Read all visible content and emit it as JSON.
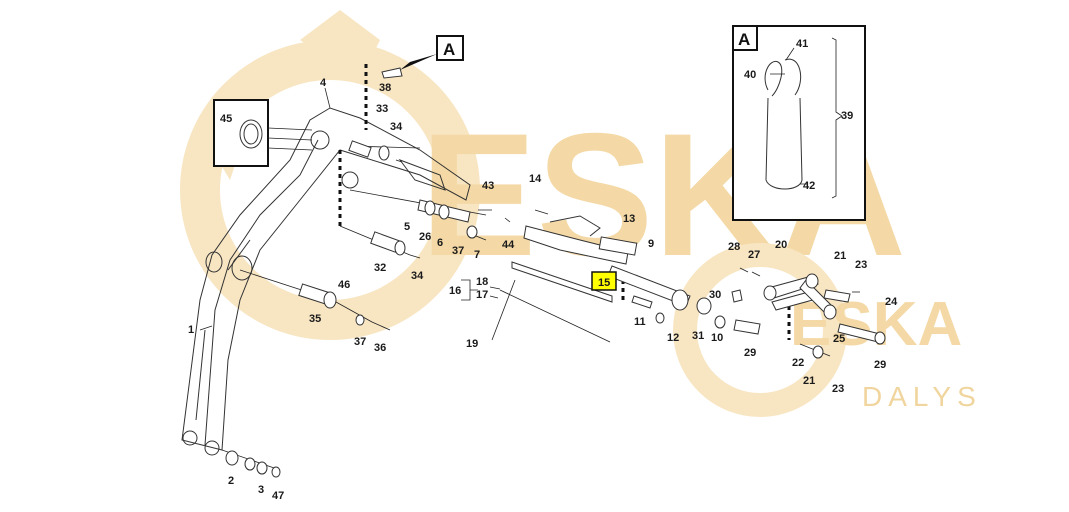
{
  "watermark": {
    "brand": "ESKA",
    "sub_brand": "ESKA",
    "sub_text": "DALYS",
    "color": "#f4d9a6"
  },
  "detail_box": {
    "label": "A"
  },
  "callout_label": "A",
  "highlight": {
    "label": "15",
    "color": "#ffff00"
  },
  "part_labels": {
    "p1": "1",
    "p2": "2",
    "p3": "3",
    "p4": "4",
    "p5": "5",
    "p6": "6",
    "p7": "7",
    "p9": "9",
    "p10": "10",
    "p11": "11",
    "p12": "12",
    "p13": "13",
    "p14": "14",
    "p16": "16",
    "p17": "17",
    "p18": "18",
    "p19": "19",
    "p20": "20",
    "p21a": "21",
    "p21b": "21",
    "p22": "22",
    "p23a": "23",
    "p23b": "23",
    "p24": "24",
    "p25": "25",
    "p26": "26",
    "p27": "27",
    "p28": "28",
    "p29a": "29",
    "p29b": "29",
    "p30": "30",
    "p31": "31",
    "p32": "32",
    "p33": "33",
    "p34a": "34",
    "p34b": "34",
    "p35": "35",
    "p36": "36",
    "p37a": "37",
    "p37b": "37",
    "p38": "38",
    "p39": "39",
    "p40": "40",
    "p41": "41",
    "p42": "42",
    "p43": "43",
    "p44": "44",
    "p45": "45",
    "p46": "46",
    "p47": "47"
  }
}
